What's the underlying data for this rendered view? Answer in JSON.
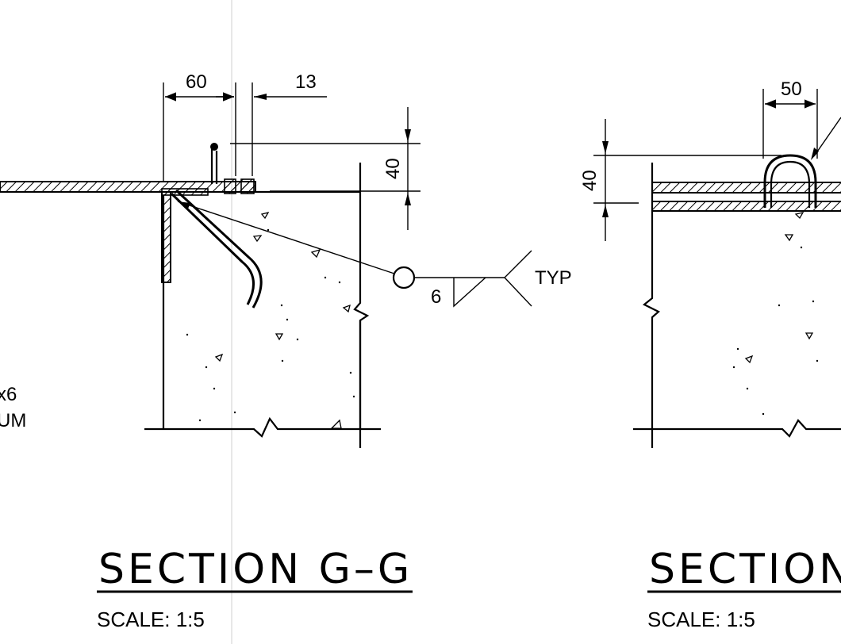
{
  "left_section": {
    "title": "SECTION G–G",
    "scale": "SCALE: 1:5",
    "dim_60": "60",
    "dim_13": "13",
    "dim_40": "40",
    "weld_size": "6",
    "weld_note": "TYP",
    "partial_note_line1": "x6",
    "partial_note_line2": "UM",
    "partial_note_line3": ")"
  },
  "right_section": {
    "title": "SECTION",
    "scale": "SCALE: 1:5",
    "dim_50": "50",
    "dim_40": "40"
  }
}
